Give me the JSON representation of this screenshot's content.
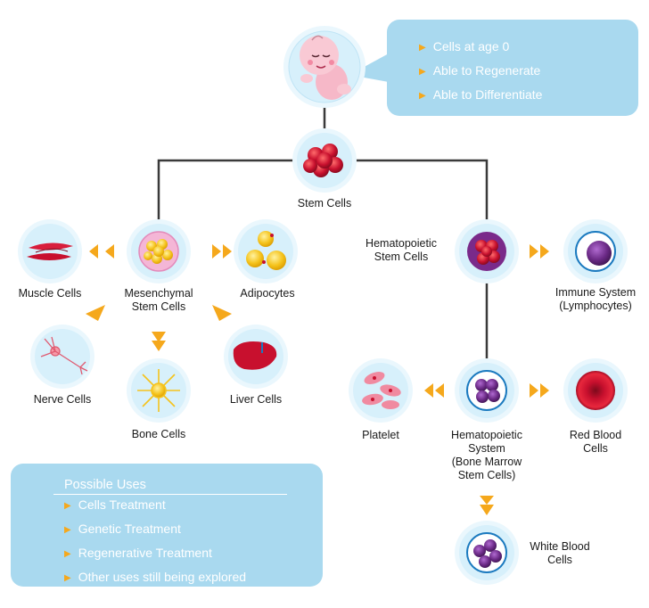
{
  "colors": {
    "circle_fill": "#d7f0fb",
    "circle_ring": "#eaf7fd",
    "panel": "#a9d9ef",
    "connector": "#3a3a3a",
    "arrow": "#f5a81c",
    "cell_red": "#c8102e",
    "cell_purple": "#6b2a86"
  },
  "baby_panel": {
    "items": [
      "Cells at age 0",
      "Able to Regenerate",
      "Able to Differentiate"
    ]
  },
  "nodes": {
    "stem_cells": "Stem Cells",
    "muscle_cells": "Muscle Cells",
    "mesenchymal": [
      "Mesenchymal",
      "Stem Cells"
    ],
    "adipocytes": "Adipocytes",
    "nerve_cells": "Nerve Cells",
    "bone_cells": "Bone Cells",
    "liver_cells": "Liver Cells",
    "hematopoietic": [
      "Hematopoietic",
      "Stem Cells"
    ],
    "immune_system": [
      "Immune System",
      "(Lymphocytes)"
    ],
    "platelet": "Platelet",
    "hema_system": [
      "Hematopoietic",
      "System",
      "(Bone Marrow",
      "Stem Cells)"
    ],
    "red_blood": [
      "Red Blood",
      "Cells"
    ],
    "white_blood": [
      "White Blood",
      "Cells"
    ]
  },
  "uses_panel": {
    "title": "Possible Uses",
    "items": [
      "Cells Treatment",
      "Genetic Treatment",
      "Regenerative Treatment",
      "Other uses still being explored"
    ]
  }
}
